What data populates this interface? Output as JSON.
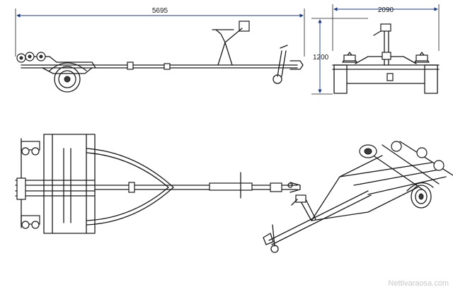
{
  "dimensions": {
    "length": "5695",
    "width": "2090",
    "height": "1200"
  },
  "watermark": "Nettivaraosa.com"
}
